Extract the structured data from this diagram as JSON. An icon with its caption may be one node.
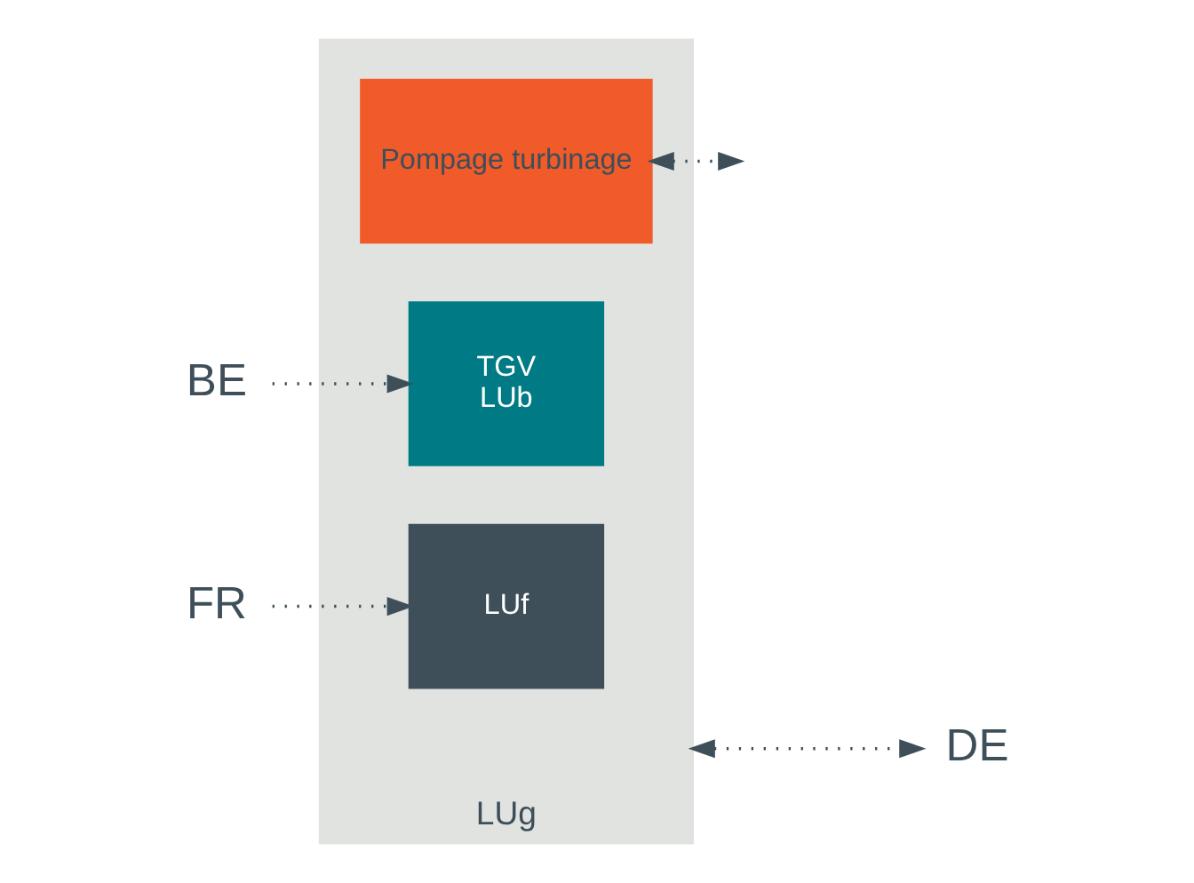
{
  "diagram": {
    "nodes": [
      {
        "text": [
          "LUg"
        ]
      },
      {
        "text": [
          "Pompage turbinage"
        ],
        "in": 0
      },
      {
        "text": [
          "TGV",
          "LUb"
        ],
        "in": 0
      },
      {
        "text": [
          "LUf"
        ],
        "in": 0
      },
      {
        "text": [
          "BE"
        ]
      },
      {
        "text": [
          "FR"
        ]
      },
      {
        "text": [
          "DE"
        ]
      }
    ],
    "edges": [
      {
        "from": 1,
        "to": null,
        "arrow": "both"
      },
      {
        "from": 0,
        "to": 6,
        "arrow": "both"
      },
      {
        "from": 4,
        "to": 2,
        "arrow": "to"
      },
      {
        "from": 5,
        "to": 3,
        "arrow": "to"
      }
    ]
  }
}
